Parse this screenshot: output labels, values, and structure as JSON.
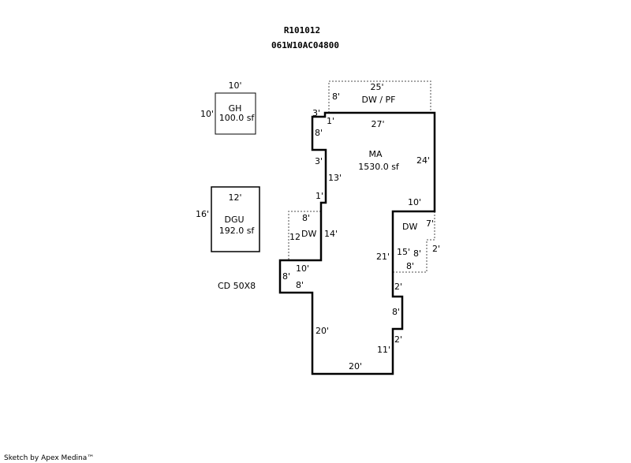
{
  "header": {
    "parcel_id": "R101012",
    "account": "061W10AC04800"
  },
  "areas": {
    "ma": {
      "code": "MA",
      "area": "1530.0 sf"
    },
    "gh": {
      "code": "GH",
      "area": "100.0 sf"
    },
    "dgu": {
      "code": "DGU",
      "area": "192.0 sf"
    },
    "dw_pf": {
      "code": "DW / PF"
    },
    "dw_left": {
      "code": "DW"
    },
    "dw_right": {
      "code": "DW"
    },
    "cd": {
      "label": "CD 50X8"
    }
  },
  "dims": {
    "gh_top": "10'",
    "gh_left": "10'",
    "dgu_top": "12'",
    "dgu_left": "16'",
    "pf_top": "25'",
    "pf_left": "8'",
    "ma_3a": "3'",
    "ma_1a": "1'",
    "ma_27": "27'",
    "ma_8a": "8'",
    "ma_3b": "3'",
    "ma_24": "24'",
    "ma_13": "13'",
    "ma_1b": "1'",
    "ma_10a": "10'",
    "dwl_8": "8'",
    "dwl_12": "12",
    "ma_14": "14'",
    "dwr_7": "7'",
    "dwr_2": "2'",
    "dwr_15": "15'",
    "dwr_8a": "8'",
    "dwr_8b": "8'",
    "ma_21": "21'",
    "ma_10b": "10'",
    "ma_8b": "8'",
    "ma_8c": "8'",
    "ma_2a": "2'",
    "ma_8d": "8'",
    "ma_20a": "20'",
    "ma_2b": "2'",
    "ma_11": "11'",
    "ma_20b": "20'"
  },
  "footer": {
    "credit": "Sketch by Apex Medina™"
  }
}
